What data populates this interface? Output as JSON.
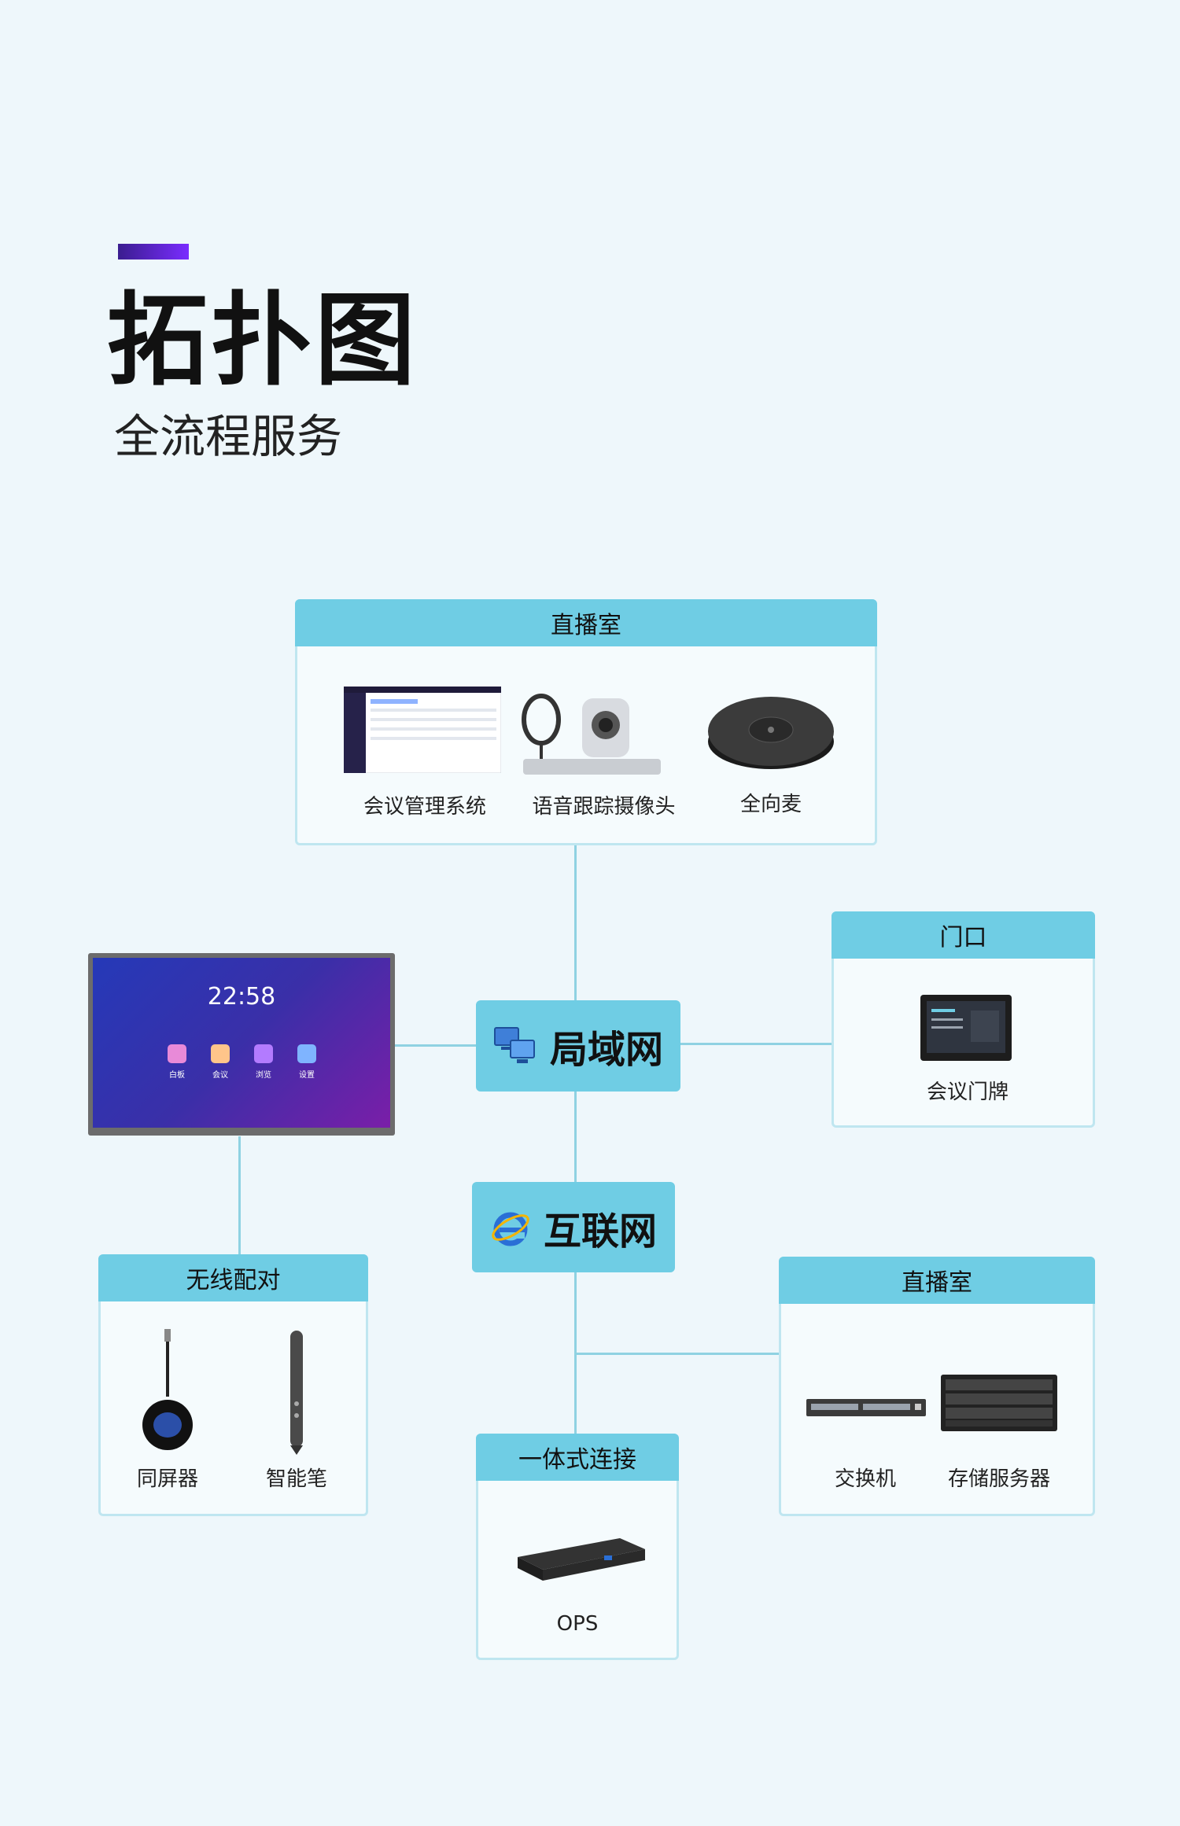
{
  "header": {
    "title": "拓扑图",
    "subtitle": "全流程服务"
  },
  "colors": {
    "accent_start": "#3a1d8f",
    "accent_end": "#7a2cff",
    "header": "#6fcde4",
    "line": "#8fd2e2",
    "background": "#eef7fb"
  },
  "top_group": {
    "title": "直播室",
    "items": [
      {
        "label": "会议管理系统",
        "icon": "management-screen-icon"
      },
      {
        "label": "语音跟踪摄像头",
        "icon": "camera-icon"
      },
      {
        "label": "全向麦",
        "icon": "microphone-icon"
      }
    ]
  },
  "display": {
    "time": "22:58",
    "apps": [
      "白板",
      "会议",
      "浏览",
      "设置"
    ]
  },
  "door_group": {
    "title": "门口",
    "items": [
      {
        "label": "会议门牌",
        "icon": "door-panel-icon"
      }
    ]
  },
  "lan": {
    "label": "局域网",
    "icon": "network-computers-icon"
  },
  "internet": {
    "label": "互联网",
    "icon": "browser-e-icon"
  },
  "wireless_group": {
    "title": "无线配对",
    "items": [
      {
        "label": "同屏器",
        "icon": "dongle-icon"
      },
      {
        "label": "智能笔",
        "icon": "smart-pen-icon"
      }
    ]
  },
  "server_group": {
    "title": "直播室",
    "items": [
      {
        "label": "交换机",
        "icon": "switch-icon"
      },
      {
        "label": "存储服务器",
        "icon": "storage-server-icon"
      }
    ]
  },
  "ops_group": {
    "title": "一体式连接",
    "items": [
      {
        "label": "OPS",
        "icon": "ops-module-icon"
      }
    ]
  }
}
